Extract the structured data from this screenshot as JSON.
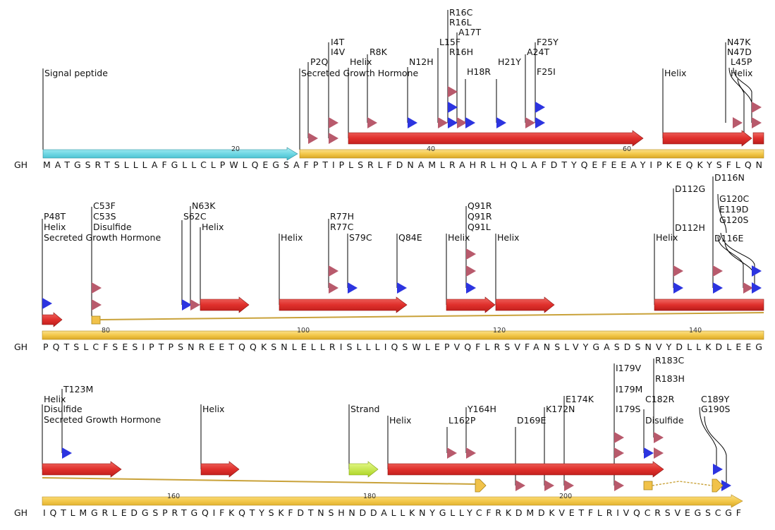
{
  "sequence_name": "GH",
  "colors": {
    "signal": "#6fd7e3",
    "mature": "#f3c84a",
    "helix": "#e23a36",
    "strand": "#c8ec3a",
    "variant_red": "#b85a6c",
    "variant_blue": "#2c34e0",
    "disulfide": "#f1c24a",
    "stroke": "#000000"
  },
  "rows": [
    {
      "sequence": "MATGSRTSLLLAFGLLCLPWLQEGSAFPTIPLSRLFDNAMLRAHRLHQLAFDTYQEFEEAYIPKEQKYSFLQN",
      "ticks": [
        "20",
        "40",
        "60"
      ],
      "labels": [
        "Signal peptide",
        "P2Q",
        "I4T",
        "I4V",
        "Secreted Growth Hormone",
        "Helix",
        "R8K",
        "N12H",
        "L15F",
        "R16C",
        "R16L",
        "A17T",
        "R16H",
        "H18R",
        "H21Y",
        "A24T",
        "F25Y",
        "F25I",
        "Helix",
        "N47K",
        "N47D",
        "L45P",
        "Helix"
      ]
    },
    {
      "sequence": "PQTSLCFSESIPTPSNREETQQKSNLELLRISLLLIQSWLEPVQFLRSVFANSLVYGASDSNVYDLLKDLEEG",
      "ticks": [
        "80",
        "100",
        "120",
        "140"
      ],
      "labels": [
        "P48T",
        "Helix",
        "Secreted Growth Hormone",
        "C53F",
        "C53S",
        "Disulfide",
        "N63K",
        "S62C",
        "Helix",
        "Helix",
        "R77H",
        "R77C",
        "S79C",
        "Q84E",
        "Q91R",
        "Q91R",
        "Q91L",
        "Helix",
        "Helix",
        "Helix",
        "D112G",
        "D112H",
        "D116N",
        "G120C",
        "E119D",
        "G120S",
        "D116E"
      ]
    },
    {
      "sequence": "IQTLMGRLEDGSPRTGQIFKQTYSKFDTNSHNDDALLKNYGLLYCFRKDMDKVETFLRIVQCRSVEGSCGF",
      "ticks": [
        "160",
        "180",
        "200"
      ],
      "labels": [
        "Helix",
        "T123M",
        "Disulfide",
        "Secreted Growth Hormone",
        "Helix",
        "Strand",
        "Helix",
        "L162P",
        "Y164H",
        "D169E",
        "K172N",
        "E174K",
        "I179V",
        "I179M",
        "I179S",
        "R183C",
        "R183H",
        "C182R",
        "Disulfide",
        "C189Y",
        "G190S"
      ]
    }
  ]
}
